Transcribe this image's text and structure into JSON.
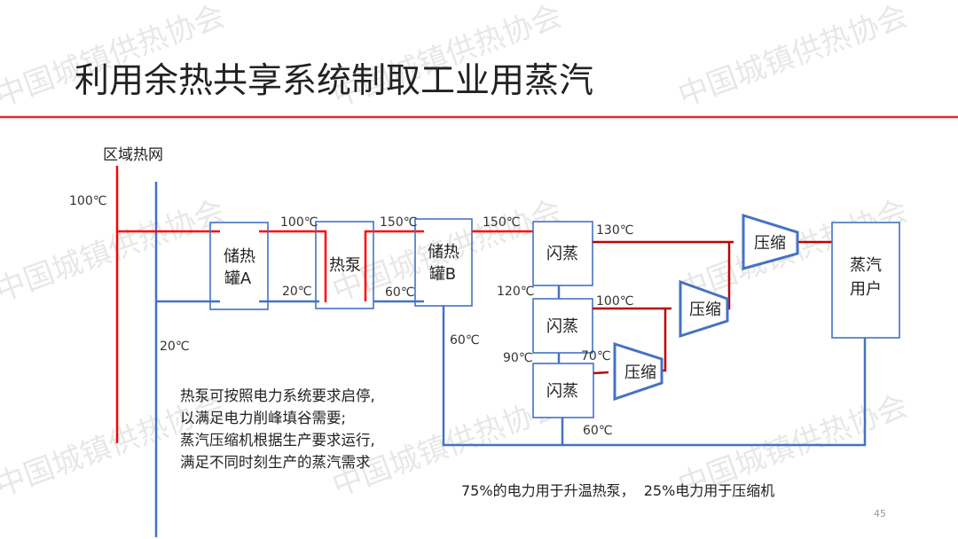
{
  "title": "利用余热共享系统制取工业用蒸汽",
  "watermark": "中国城镇供热协会",
  "colors": {
    "title_rule": "#e8292f",
    "hot_line": "#ff0000",
    "steam_line": "#c00000",
    "cold_line": "#4472c4"
  },
  "diagram": {
    "network_label": "区域热网",
    "temps": {
      "network_supply": "100℃",
      "network_return": "20℃",
      "tankA_out": "100℃",
      "tankA_return": "20℃",
      "pump_out": "150℃",
      "pump_return": "60℃",
      "tankB_out": "150℃",
      "tankB_return": "60℃",
      "flash1_steam": "130℃",
      "flash1_to_2": "120℃",
      "flash2_steam": "100℃",
      "flash2_to_3": "90℃",
      "flash3_steam": "70℃",
      "flash3_return": "60℃"
    },
    "tankA": [
      "储热",
      "罐A"
    ],
    "heat_pump": "热泵",
    "tankB": [
      "储热",
      "罐B"
    ],
    "flash": "闪蒸",
    "compressor": "压缩",
    "steam_user": [
      "蒸汽",
      "用户"
    ]
  },
  "notes": [
    "热泵可按照电力系统要求启停,",
    "以满足电力削峰填谷需要;",
    "蒸汽压缩机根据生产要求运行,",
    "满足不同时刻生产的蒸汽需求"
  ],
  "caption": "75%的电力用于升温热泵，  25%电力用于压缩机",
  "page_number": "45"
}
